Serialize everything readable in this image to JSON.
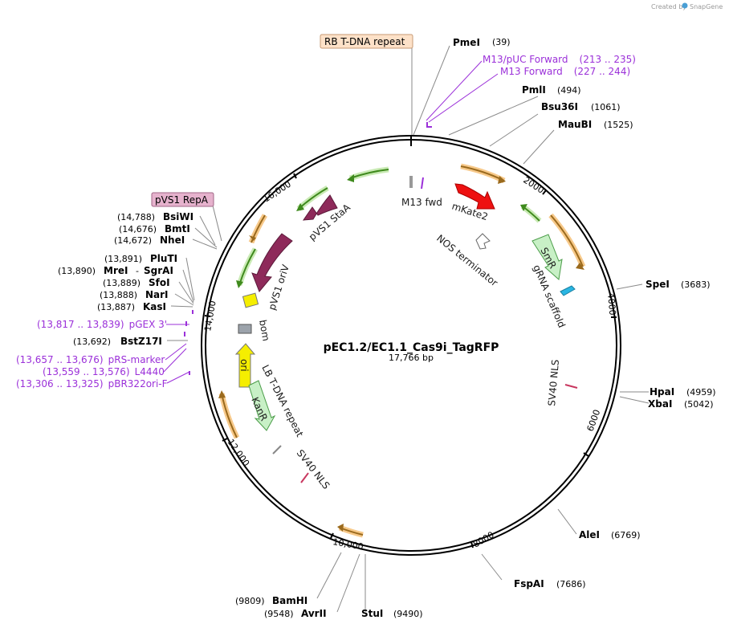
{
  "app": {
    "credit_prefix": "Created by",
    "credit_brand": "SnapGene"
  },
  "plasmid": {
    "name": "pEC1.2/EC1.1_Cas9i_TagRFP",
    "length_label": "17,766 bp"
  },
  "ticks": [
    "2000",
    "4000",
    "6000",
    "8000",
    "10,000",
    "12,000",
    "14,000",
    "16,000"
  ],
  "boxed_features": {
    "rb": "RB T-DNA repeat",
    "pvs1": "pVS1 RepA"
  },
  "enzymes": {
    "PmeI": {
      "name": "PmeI",
      "pos": "(39)"
    },
    "PmlI": {
      "name": "PmlI",
      "pos": "(494)"
    },
    "Bsu36I": {
      "name": "Bsu36I",
      "pos": "(1061)"
    },
    "MauBI": {
      "name": "MauBI",
      "pos": "(1525)"
    },
    "SpeI": {
      "name": "SpeI",
      "pos": "(3683)"
    },
    "HpaI": {
      "name": "HpaI",
      "pos": "(4959)"
    },
    "XbaI": {
      "name": "XbaI",
      "pos": "(5042)"
    },
    "AleI": {
      "name": "AleI",
      "pos": "(6769)"
    },
    "FspAI": {
      "name": "FspAI",
      "pos": "(7686)"
    },
    "StuI": {
      "name": "StuI",
      "pos": "(9490)"
    },
    "AvrII": {
      "name": "AvrII",
      "pos": "(9548)"
    },
    "BamHI": {
      "name": "BamHI",
      "pos": "(9809)"
    },
    "BstZ17I": {
      "name": "BstZ17I",
      "pos": "(13,692)"
    },
    "KasI": {
      "name": "KasI",
      "pos": "(13,887)"
    },
    "NarI": {
      "name": "NarI",
      "pos": "(13,888)"
    },
    "SfoI": {
      "name": "SfoI",
      "pos": "(13,889)"
    },
    "MreI": {
      "name": "MreI",
      "pos": "(13,890)"
    },
    "SgrAI": {
      "name": "SgrAI",
      "sep": "-"
    },
    "PluTI": {
      "name": "PluTI",
      "pos": "(13,891)"
    },
    "NheI": {
      "name": "NheI",
      "pos": "(14,672)"
    },
    "BmtI": {
      "name": "BmtI",
      "pos": "(14,676)"
    },
    "BsiWI": {
      "name": "BsiWI",
      "pos": "(14,788)"
    }
  },
  "primers": {
    "m13puc": {
      "name": "M13/pUC Forward",
      "range": "(213 .. 235)"
    },
    "m13fwd": {
      "name": "M13 Forward",
      "range": "(227 .. 244)"
    },
    "pgex": {
      "name": "pGEX 3'",
      "range": "(13,817 .. 13,839)"
    },
    "prs": {
      "name": "pRS-marker",
      "range": "(13,657 .. 13,676)"
    },
    "l4440": {
      "name": "L4440",
      "range": "(13,559 .. 13,576)"
    },
    "pbr": {
      "name": "pBR322ori-F",
      "range": "(13,306 .. 13,325)"
    }
  },
  "features": {
    "m13fwd": "M13 fwd",
    "mkate2": "mKate2",
    "nos": "NOS terminator",
    "smr": "SmR",
    "grna": "gRNA scaffold",
    "sv40_right": "SV40 NLS",
    "sv40_left": "SV40 NLS",
    "lb": "LB T-DNA repeat",
    "kanr": "KanR",
    "ori": "ori",
    "bom": "bom",
    "pvs1_oriv": "pVS1 oriV",
    "pvs1_staa": "pVS1 StaA"
  },
  "colors": {
    "primer": "#9b30d9",
    "green_arrow": "#3f8a1d",
    "green_halo": "#c9eab4",
    "orange_arrow": "#9a6a1d",
    "orange_halo": "#f7c98a",
    "mkate": "#ee1111",
    "pvs1": "#8e2a5a",
    "kanr_fill": "#c8f0c6",
    "ori_fill": "#f5ee00",
    "rb_box": "#fde1c8",
    "pvs1_box": "#e6b2cd"
  }
}
